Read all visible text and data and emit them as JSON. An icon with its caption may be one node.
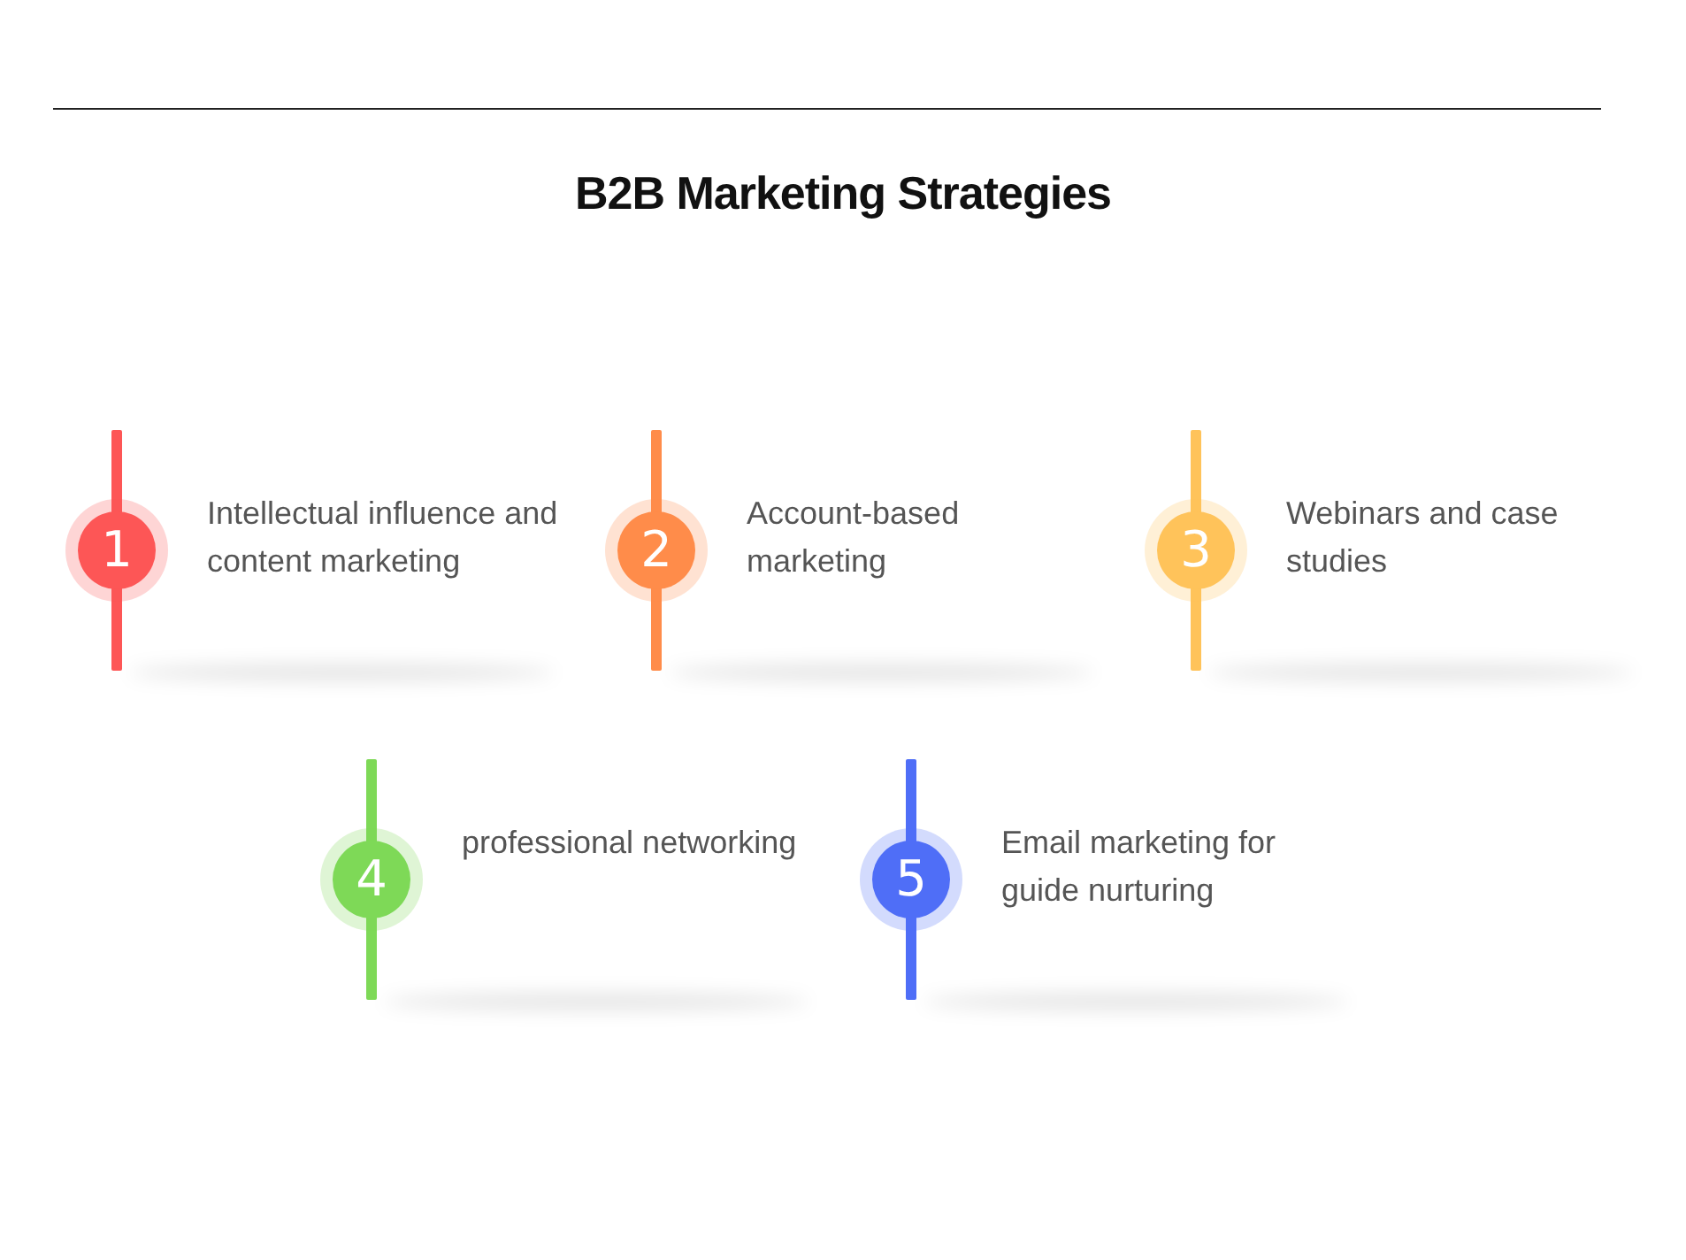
{
  "diagram": {
    "title": "B2B Marketing Strategies",
    "nodes": [
      {
        "text": [
          "1",
          "Intellectual influence and content marketing"
        ]
      },
      {
        "text": [
          "2",
          "Account-based marketing"
        ]
      },
      {
        "text": [
          "3",
          "Webinars and case studies"
        ]
      },
      {
        "text": [
          "4",
          "professional networking"
        ]
      },
      {
        "text": [
          "5",
          "Email marketing for guide nurturing"
        ]
      }
    ]
  }
}
